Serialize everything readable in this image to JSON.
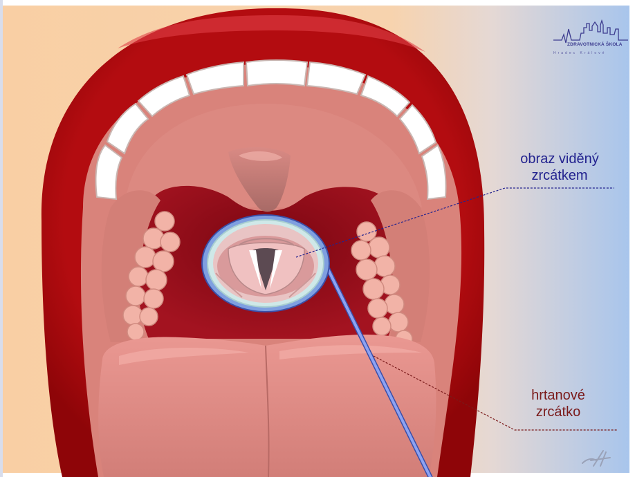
{
  "labels": {
    "mirror_image": [
      "obraz viděný",
      "zrcátkem"
    ],
    "laryngeal_mirror": [
      "hrtanové",
      "zrcátko"
    ]
  },
  "logo": {
    "text": "ZDRAVOTNICKÁ ŠKOLA",
    "subtext": "Hradec Králové"
  },
  "colors": {
    "lips": "#b80d10",
    "mouth_interior": "#d9837b",
    "throat": "#8c0a14",
    "tongue": "#e08984",
    "teeth": "#ffffff",
    "mirror_rim": "#7f9fe0",
    "mirror_handle": "#7b8fe6",
    "label_top": "#23238f",
    "label_bottom": "#7a1a1a",
    "bg_left": "#fbd2a6",
    "bg_right": "#a9c6ec"
  }
}
